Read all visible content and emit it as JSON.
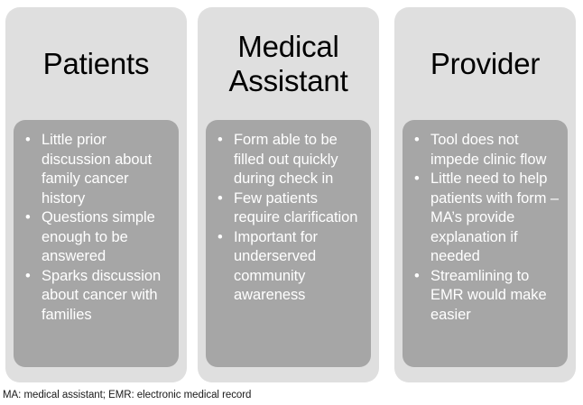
{
  "diagram": {
    "type": "three-column-theme-summary",
    "columns": [
      {
        "title": "Patients",
        "bullet_marker": "•",
        "bullets": [
          "Little prior discussion about family cancer history",
          "Questions simple enough to be answered",
          "Sparks discussion about cancer with families"
        ]
      },
      {
        "title": "Medical Assistant",
        "bullet_marker": "•",
        "bullets": [
          "Form able to be filled out quickly during check in",
          "Few patients require clarification",
          "Important for underserved community awareness"
        ]
      },
      {
        "title": "Provider",
        "bullet_marker": "•",
        "bullets": [
          "Tool does not impede clinic flow",
          "Little need to help patients with form – MA’s provide explanation if needed",
          "Streamlining to EMR would make easier"
        ]
      }
    ],
    "footnote": "MA: medical assistant; EMR: electronic medical record",
    "colors": {
      "background": "#ffffff",
      "card": "#dfdfdf",
      "bullet_box": "#a6a6a6",
      "title_text": "#000000",
      "bullet_text": "#ffffff",
      "footnote_text": "#1a1a1a"
    }
  }
}
